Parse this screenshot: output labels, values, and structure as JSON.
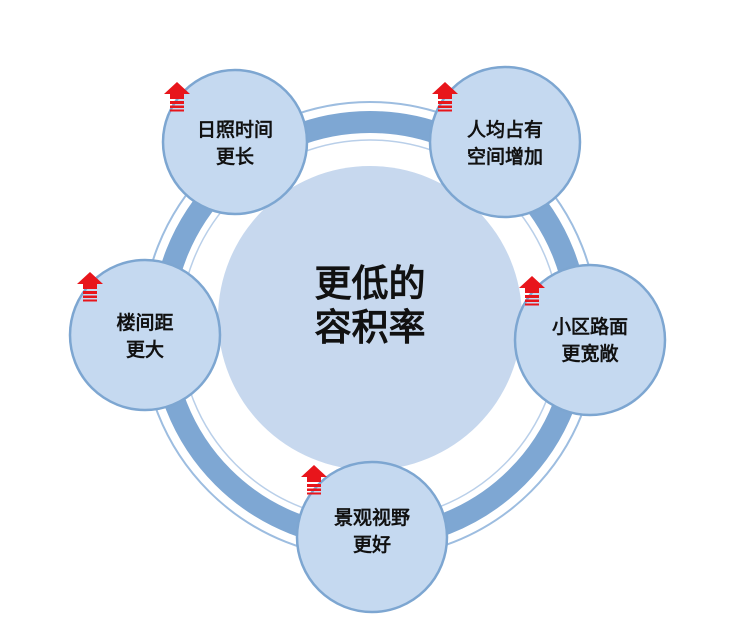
{
  "center": {
    "line1": "更低的",
    "line2": "容积率"
  },
  "nodes": [
    {
      "line1": "日照时间",
      "line2": "更长"
    },
    {
      "line1": "人均占有",
      "line2": "空间增加"
    },
    {
      "line1": "小区路面",
      "line2": "更宽敞"
    },
    {
      "line1": "景观视野",
      "line2": "更好"
    },
    {
      "line1": "楼间距",
      "line2": "更大"
    }
  ],
  "indicator": {
    "icon": "red-up-arrow-icon",
    "color": "#e8151b"
  },
  "colors": {
    "center_fill": "#c7d8ee",
    "node_fill": "#c5d9f0",
    "node_stroke": "#7da6d1",
    "ring": "#7ea7d3",
    "outer_ring": "#9dbde0"
  }
}
